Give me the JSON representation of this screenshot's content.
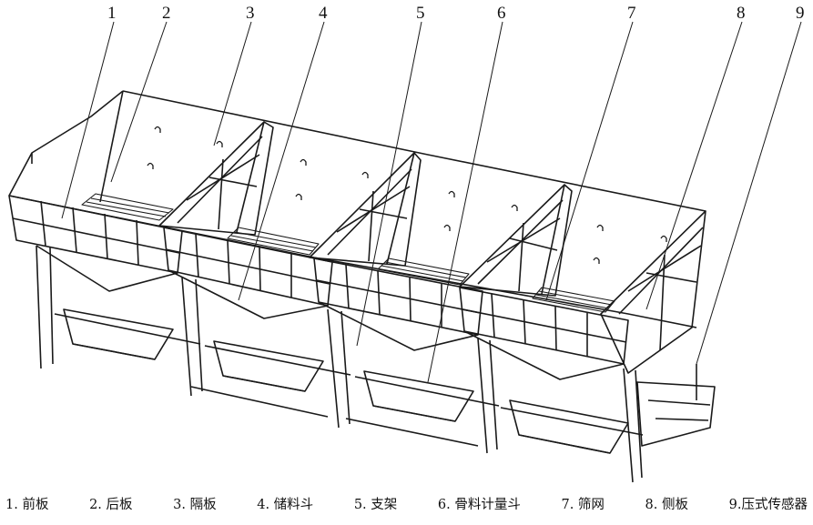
{
  "callouts": [
    {
      "id": "c1",
      "label": "1"
    },
    {
      "id": "c2",
      "label": "2"
    },
    {
      "id": "c3",
      "label": "3"
    },
    {
      "id": "c4",
      "label": "4"
    },
    {
      "id": "c5",
      "label": "5"
    },
    {
      "id": "c6",
      "label": "6"
    },
    {
      "id": "c7",
      "label": "7"
    },
    {
      "id": "c8",
      "label": "8"
    },
    {
      "id": "c9",
      "label": "9"
    }
  ],
  "legend": [
    "1. 前板",
    "2. 后板",
    "3. 隔板",
    "4. 储料斗",
    "5. 支架",
    "6. 骨料计量斗",
    "7. 筛网",
    "8. 侧板",
    "9.压式传感器"
  ],
  "colors": {
    "line": "#1a1a1a",
    "background": "#ffffff"
  }
}
